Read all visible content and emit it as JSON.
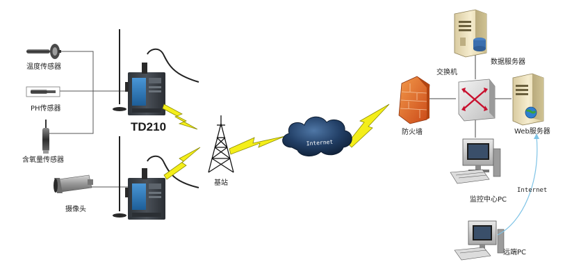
{
  "labels": {
    "temp_sensor": "温度传感器",
    "ph_sensor": "PH传感器",
    "oxygen_sensor": "含氧量传感器",
    "camera": "摄像头",
    "device_model": "TD210",
    "base_station": "基站",
    "internet_cloud": "Internet",
    "firewall": "防火墙",
    "switch": "交换机",
    "db_server": "数据服务器",
    "web_server": "Web服务器",
    "monitor_pc": "监控中心PC",
    "internet_link": "Internet",
    "remote_pc": "远端PC"
  },
  "colors": {
    "wire": "#555555",
    "lightning_fill": "#f4ee1a",
    "lightning_stroke": "#8a8a00",
    "modem_blue": "#2d78b8",
    "modem_body": "#3a3f46",
    "cloud": "#1f3e62",
    "firewall": "#e4682a",
    "server_body": "#efe3bd",
    "switch_red": "#c8102e",
    "remote_link": "#7ec3e6"
  },
  "icons": {
    "temp_sensor": "temperature-probe-icon",
    "ph_sensor": "ph-probe-icon",
    "oxygen_sensor": "oxygen-probe-icon",
    "camera": "security-camera-icon",
    "modem": "dtu-modem-icon",
    "tower": "cell-tower-icon",
    "cloud": "cloud-icon",
    "firewall": "firewall-icon",
    "switch": "network-switch-icon",
    "server": "server-icon",
    "pc": "desktop-pc-icon"
  }
}
